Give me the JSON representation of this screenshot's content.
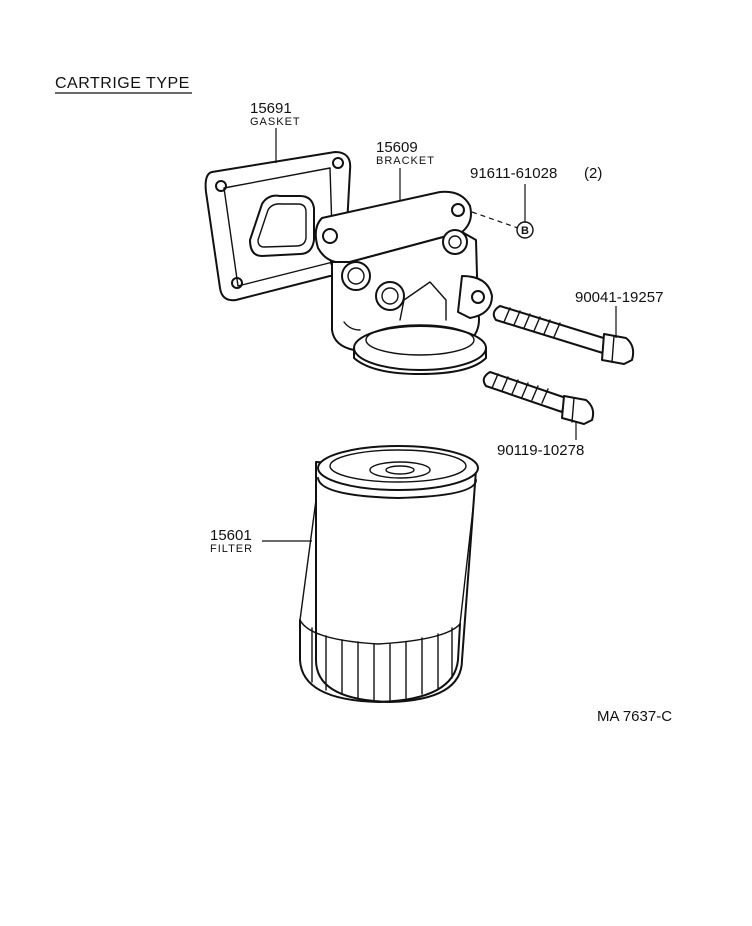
{
  "header": {
    "title": "CARTRIGE TYPE"
  },
  "parts": {
    "gasket": {
      "number": "15691",
      "name": "GASKET"
    },
    "bracket": {
      "number": "15609",
      "name": "BRACKET"
    },
    "bolt_ref": {
      "number": "91611-61028",
      "qty": "(2)",
      "marker": "B"
    },
    "bolt_long": {
      "number": "90041-19257"
    },
    "bolt_short": {
      "number": "90119-10278"
    },
    "filter": {
      "number": "15601",
      "name": "FILTER"
    }
  },
  "footer": {
    "drawing_code": "MA 7637-C"
  }
}
